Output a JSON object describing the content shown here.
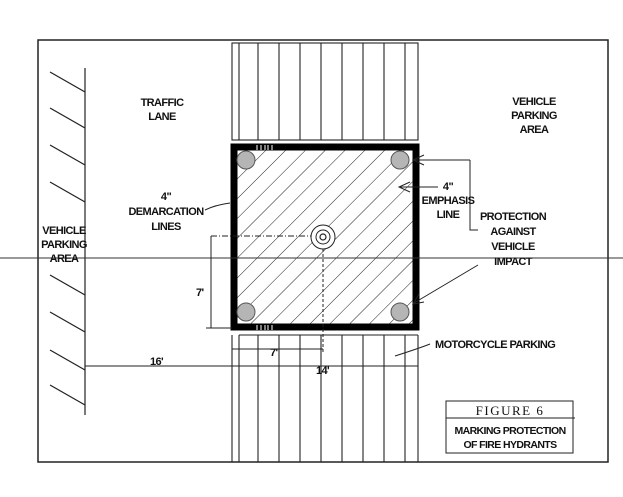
{
  "labels": {
    "traffic_lane": [
      "TRAFFIC",
      "LANE"
    ],
    "vehicle_parking_right": [
      "VEHICLE",
      "PARKING",
      "AREA"
    ],
    "vehicle_parking_left": [
      "VEHICLE",
      "PARKING",
      "AREA"
    ],
    "demarcation": [
      "4\"",
      "DEMARCATION",
      "LINES"
    ],
    "emphasis": [
      "4\"",
      "EMPHASIS",
      "LINE"
    ],
    "protection": [
      "PROTECTION",
      "AGAINST",
      "VEHICLE",
      "IMPACT"
    ],
    "motorcycle": "MOTORCYCLE PARKING"
  },
  "dimensions": {
    "vertical_7": "7'",
    "horizontal_7": "7'",
    "left_16": "16'",
    "width_14": "14'"
  },
  "figure": {
    "title": "FIGURE 6",
    "caption": [
      "MARKING PROTECTION",
      "OF FIRE HYDRANTS"
    ]
  }
}
